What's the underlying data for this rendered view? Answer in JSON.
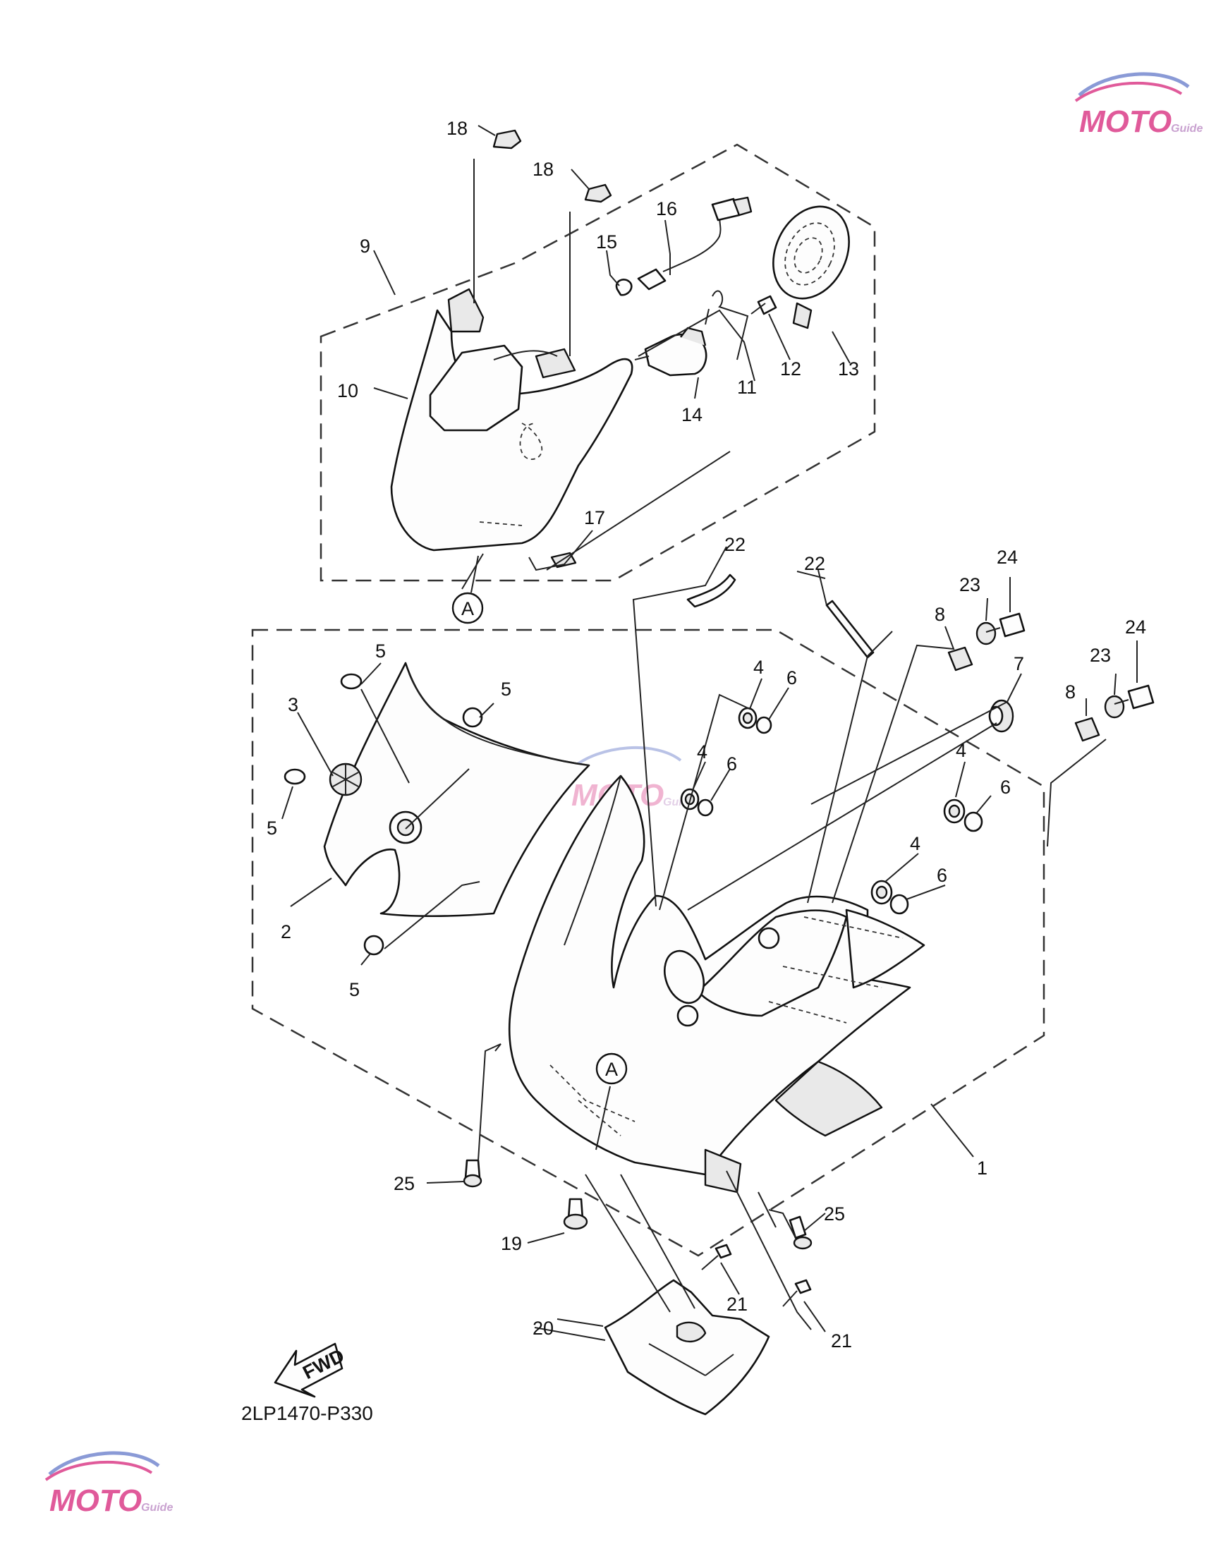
{
  "diagram_code": "2LP1470-P330",
  "fwd_label": "FWD",
  "ref_marker": "A",
  "watermark": {
    "brand": "MOTO",
    "sub": "Guide",
    "colors": [
      "#e05a9a",
      "#8a9ad6",
      "#c9a2d0"
    ]
  },
  "part_labels": [
    "1",
    "2",
    "3",
    "4",
    "4",
    "4",
    "4",
    "5",
    "5",
    "5",
    "5",
    "6",
    "6",
    "6",
    "6",
    "7",
    "8",
    "8",
    "9",
    "10",
    "11",
    "12",
    "13",
    "14",
    "15",
    "16",
    "17",
    "18",
    "18",
    "19",
    "20",
    "21",
    "21",
    "22",
    "22",
    "23",
    "23",
    "24",
    "24",
    "25",
    "25"
  ]
}
